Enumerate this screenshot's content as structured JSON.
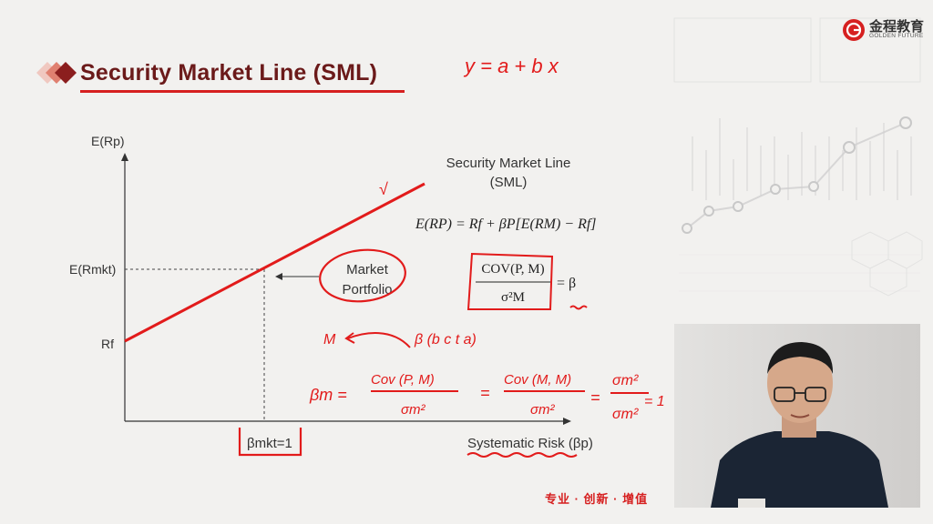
{
  "slide": {
    "title": "Security Market Line (SML)",
    "logo": {
      "cn": "金程教育",
      "en": "GOLDEN FUTURE"
    },
    "motto": "专业 · 创新 · 增值"
  },
  "graph": {
    "y_axis_label": "E(Rp)",
    "x_axis_label": "Systematic Risk (βp)",
    "e_rmkt_label": "E(Rmkt)",
    "rf_label": "Rf",
    "beta_mkt_label": "βmkt=1",
    "sml_label_line1": "Security Market Line",
    "sml_label_line2": "(SML)",
    "market_portfolio_line1": "Market",
    "market_portfolio_line2": "Portfolio"
  },
  "formulas": {
    "sml_equation": "E(RP) = Rf + βP[E(RM) − Rf]",
    "beta_numerator": "COV(P, M)",
    "beta_denominator": "σ²M",
    "beta_equals": "= β"
  },
  "handwriting": {
    "regression": "y = a + b x",
    "check": "√",
    "arrow_m": "M",
    "beta_note": "β (b c t a)",
    "beta_m_lhs": "βm =",
    "cov_pm": "Cov (P, M)",
    "sigma_m_sq": "σm²",
    "equals": "=",
    "cov_mm": "Cov (M, M)",
    "sigma_ratio_num": "σm²",
    "sigma_ratio_den": "σm²",
    "equals_one": "= 1"
  },
  "colors": {
    "title": "#6b1a1a",
    "accent_red": "#d62020",
    "background": "#f2f1ef"
  }
}
